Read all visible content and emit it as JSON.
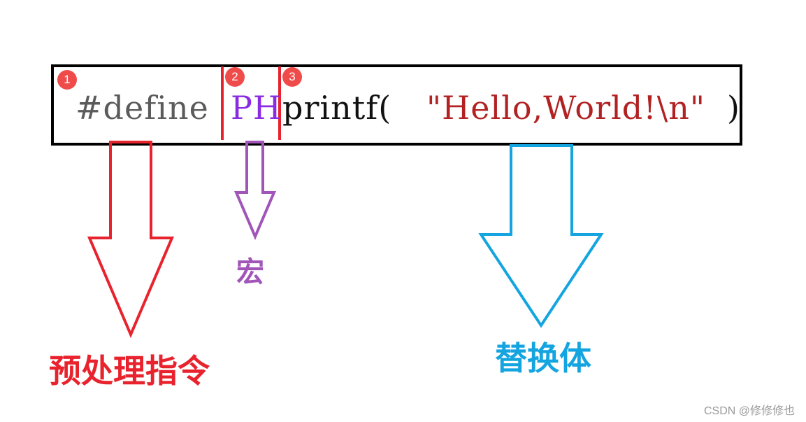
{
  "code": {
    "directive": "#define",
    "macro_name": "PH",
    "replacement_func": "printf(",
    "replacement_string": "\"Hello,World!\\n\"",
    "replacement_close": ")"
  },
  "badges": [
    "1",
    "2",
    "3"
  ],
  "labels": {
    "directive": "预处理指令",
    "macro": "宏",
    "replacement": "替换体"
  },
  "watermark": "CSDN @修修修也",
  "colors": {
    "directive_text": "#5b5b5b",
    "macro_text": "#8a2be2",
    "string_text": "#b22222",
    "code_text": "#111111",
    "red": "#e8232e",
    "purple": "#a155b9",
    "blue": "#14a5e0",
    "badge": "#f04b4b"
  },
  "icons": {
    "directive_arrow": "down-arrow-outline-red",
    "macro_arrow": "down-arrow-outline-purple",
    "replacement_arrow": "down-arrow-outline-blue"
  }
}
